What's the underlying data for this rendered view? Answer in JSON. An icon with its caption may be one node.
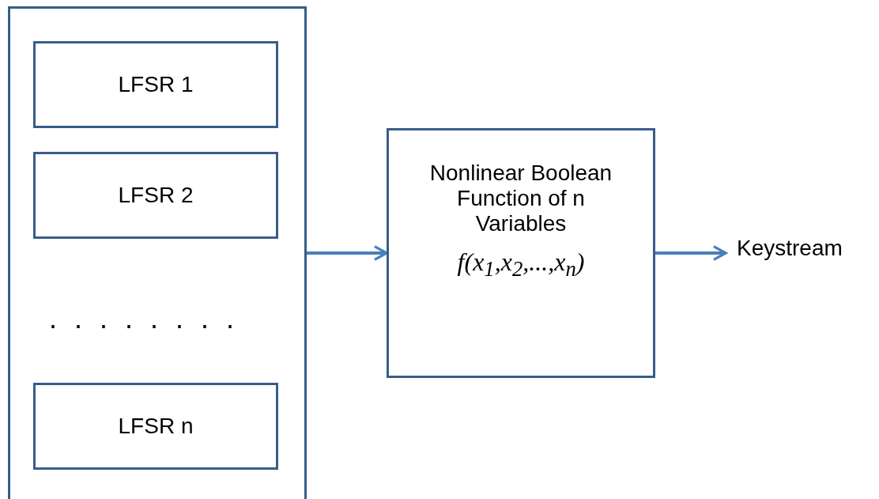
{
  "diagram": {
    "nodes": [
      {
        "text": [],
        "shape": "box"
      },
      {
        "text": [
          "LFSR 1"
        ],
        "in": 0
      },
      {
        "text": [
          "LFSR 2"
        ],
        "in": 0
      },
      {
        "text": [
          "LFSR n"
        ],
        "in": 0
      },
      {
        "text": [
          "Nonlinear Boolean Function of n Variables",
          "f(x$_{1}$,x$_{2}$,...,x$_{n}$)"
        ]
      },
      {
        "text": [
          "Keystream"
        ]
      }
    ],
    "edges": [
      {
        "from": 0,
        "to": 4,
        "arrow": "to"
      },
      {
        "from": 4,
        "to": 5,
        "arrow": "to"
      }
    ],
    "labels": [
      ". . . . . . . ."
    ]
  }
}
